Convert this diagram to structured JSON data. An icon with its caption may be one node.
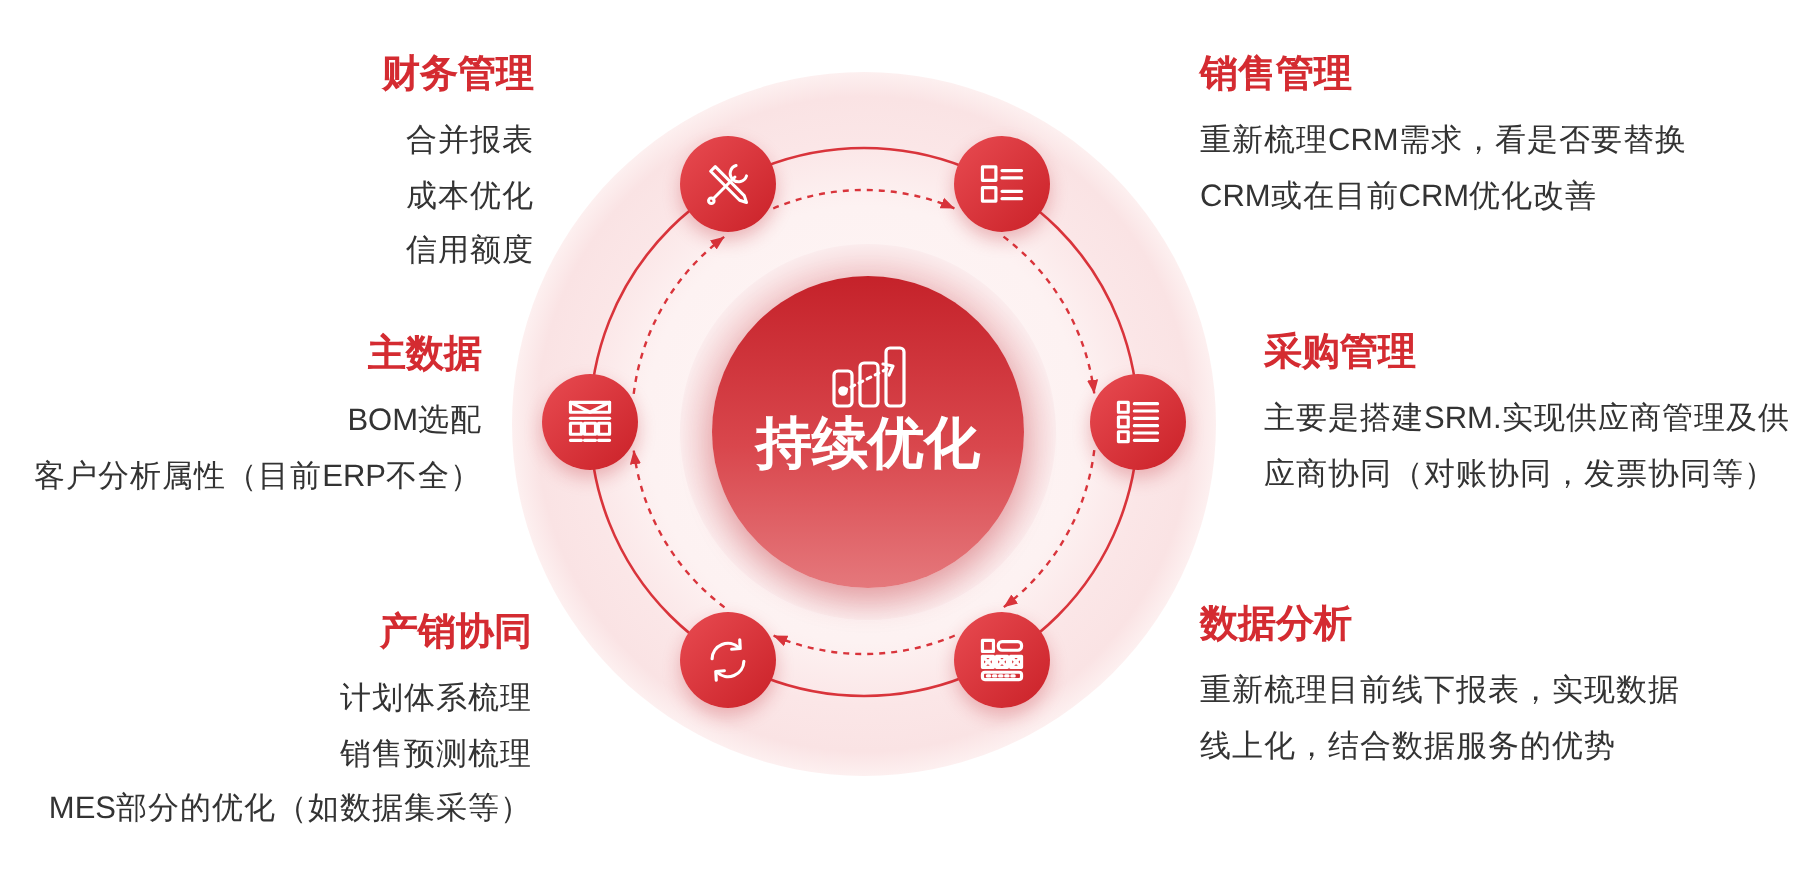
{
  "diagram": {
    "nodes": [
      {
        "text": [
          "持续优化"
        ]
      },
      {
        "text": [],
        "shape": "circle",
        "beside": [
          "财务管理",
          "合并报表",
          "成本优化",
          "信用额度"
        ]
      },
      {
        "text": [],
        "shape": "circle",
        "beside": [
          "销售管理",
          "重新梳理CRM需求，看是否要替换CRM或在目前CRM优化改善"
        ]
      },
      {
        "text": [],
        "shape": "circle",
        "beside": [
          "采购管理",
          "主要是搭建SRM.实现供应商管理及供应商协同（对账协同，发票协同等）"
        ]
      },
      {
        "text": [],
        "shape": "circle",
        "beside": [
          "数据分析",
          "重新梳理目前线下报表，实现数据线上化，结合数据服务的优势"
        ]
      },
      {
        "text": [],
        "shape": "circle",
        "beside": [
          "产销协同",
          "计划体系梳理",
          "销售预测梳理",
          "MES部分的优化（如数据集采等）"
        ]
      },
      {
        "text": [],
        "shape": "circle",
        "beside": [
          "主数据",
          "BOM选配",
          "客户分析属性（目前ERP不全）"
        ]
      }
    ],
    "edges": [
      {
        "from": 1,
        "to": 2,
        "arrow": "to",
        "style": "dashed"
      },
      {
        "from": 2,
        "to": 3,
        "arrow": "to",
        "style": "dashed"
      },
      {
        "from": 3,
        "to": 4,
        "arrow": "to",
        "style": "dashed"
      },
      {
        "from": 4,
        "to": 5,
        "arrow": "to",
        "style": "dashed"
      },
      {
        "from": 5,
        "to": 6,
        "arrow": "to",
        "style": "dashed"
      },
      {
        "from": 6,
        "to": 1,
        "arrow": "to",
        "style": "dashed"
      }
    ]
  }
}
